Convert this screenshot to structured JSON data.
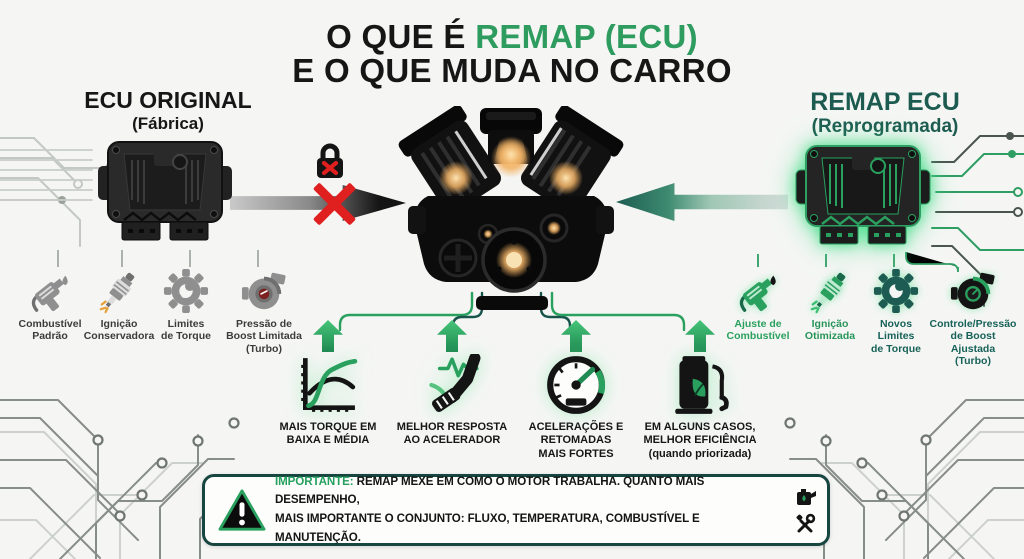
{
  "title": {
    "line1_prefix": "O QUE É",
    "line1_highlight": "REMAP (ECU)",
    "line2": "E O QUE MUDA NO CARRO"
  },
  "left_panel": {
    "heading": "ECU ORIGINAL",
    "subheading": "(Fábrica)",
    "features": [
      {
        "icon": "fuel-pump-icon",
        "label": "Combustível\nPadrão"
      },
      {
        "icon": "spark-plug-icon",
        "label": "Ignição\nConservadora"
      },
      {
        "icon": "gear-icon",
        "label": "Limites\nde Torque"
      },
      {
        "icon": "turbo-icon",
        "label": "Pressão de\nBoost Limitada\n(Turbo)"
      }
    ]
  },
  "right_panel": {
    "heading": "REMAP ECU",
    "subheading": "(Reprogramada)",
    "features": [
      {
        "icon": "fuel-pump-icon",
        "label": "Ajuste de\nCombustível"
      },
      {
        "icon": "spark-plug-icon",
        "label": "Ignição\nOtimizada"
      },
      {
        "icon": "gear-icon",
        "label": "Novos\nLimites\nde Torque"
      },
      {
        "icon": "turbo-icon",
        "label": "Controle/Pressão\nde Boost Ajustada\n(Turbo)"
      }
    ]
  },
  "benefits": [
    {
      "icon": "torque-curve-icon",
      "label": "MAIS TORQUE EM\nBAIXA E MÉDIA"
    },
    {
      "icon": "throttle-pedal-icon",
      "label": "MELHOR RESPOSTA\nAO ACELERADOR"
    },
    {
      "icon": "speedometer-icon",
      "label": "ACELERAÇÕES E\nRETOMADAS\nMAIS FORTES"
    },
    {
      "icon": "eco-fuel-icon",
      "label": "EM ALGUNS CASOS,\nMELHOR EFICIÊNCIA\n(quando priorizada)"
    }
  ],
  "banner": {
    "highlight": "IMPORTANTE:",
    "text": " REMAP MEXE EM COMO O MOTOR TRABALHA. QUANTO MAIS DESEMPENHO,\nMAIS IMPORTANTE O CONJUNTO: FLUXO, TEMPERATURA, COMBUSTÍVEL E MANUTENÇÃO."
  },
  "colors": {
    "accent_green": "#2e9b5f",
    "teal": "#1d5b51",
    "danger_red": "#e01f1f",
    "dark": "#141414"
  }
}
